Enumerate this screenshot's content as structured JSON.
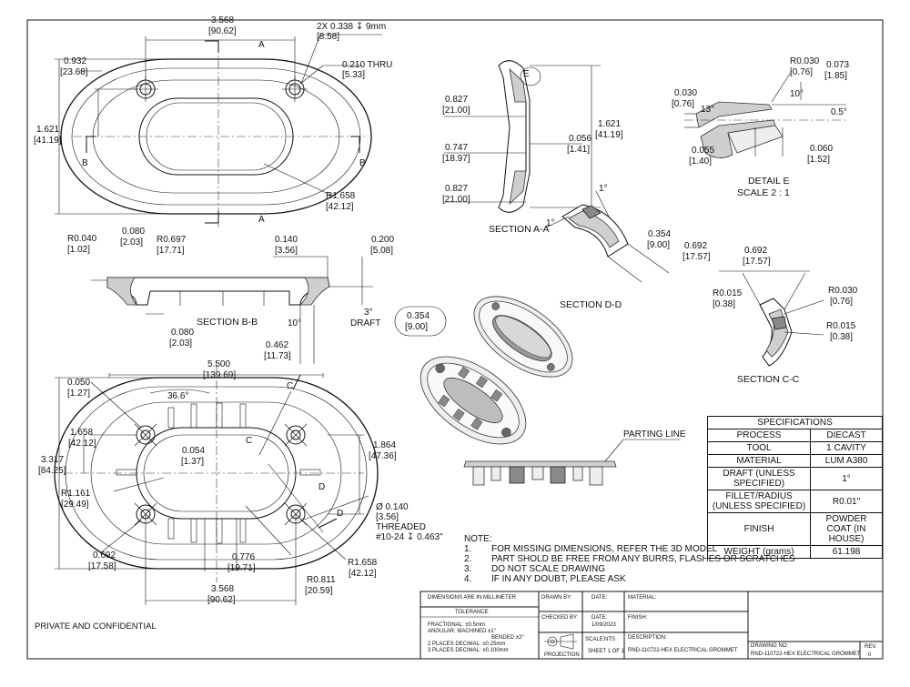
{
  "drawing": {
    "views": {
      "top": {
        "dims": [
          "3.568",
          "[90.62]",
          "2X 0.338 ↧ 9mm",
          "[8.58]",
          "0.210 THRU",
          "[5.33]",
          "0.932",
          "[23.68]",
          "1.621",
          "[41.19]",
          "R1.658",
          "[42.12]"
        ],
        "section_marks": [
          "A",
          "A",
          "B",
          "B"
        ]
      },
      "section_aa": {
        "title": "SECTION A-A",
        "dims": [
          "0.827",
          "[21.00]",
          "0.747",
          "[18.97]",
          "0.827",
          "[21.00]",
          "0.056",
          "[1.41]",
          "1.621",
          "[41.19]"
        ],
        "marks": [
          "E"
        ]
      },
      "detail_e": {
        "title": "DETAIL E",
        "scale": "SCALE 2 : 1",
        "dims": [
          "R0.030",
          "[0.76]",
          "0.073",
          "[1.85]",
          "0.030",
          "[0.76]",
          "10°",
          "13°",
          "0.5°",
          "0.055",
          "[1.40]",
          "0.060",
          "[1.52]"
        ]
      },
      "section_bb": {
        "title": "SECTION B-B",
        "dims": [
          "R0.040",
          "[1.02]",
          "0.080",
          "[2.03]",
          "R0.697",
          "[17.71]",
          "0.140",
          "[3.56]",
          "0.200",
          "[5.08]",
          "3°",
          "DRAFT",
          "10°",
          "0.080",
          "[2.03]",
          "0.462",
          "[11.73]",
          "0.354",
          "[9.00]"
        ]
      },
      "section_dd": {
        "title": "SECTION D-D",
        "dims": [
          "1°",
          "1°",
          "0.354",
          "[9.00]",
          "0.692",
          "[17.57]"
        ]
      },
      "section_cc": {
        "title": "SECTION C-C",
        "dims": [
          "0.692",
          "[17.57]",
          "R0.015",
          "[0.38]",
          "R0.030",
          "[0.76]",
          "R0.015",
          "[0.38]"
        ]
      },
      "bottom": {
        "dims": [
          "5.500",
          "[139.69]",
          "0.050",
          "[1.27]",
          "36.6°",
          "1.658",
          "[42.12]",
          "3.317",
          "[84.25]",
          "0.054",
          "[1.37]",
          "1.864",
          "[47.36]",
          "R1.161",
          "[29.49]",
          "Ø 0.140",
          "[3.56]",
          "THREADED",
          "#10-24 ↧ 0.463\"",
          "0.692",
          "[17.58]",
          "0.776",
          "[19.71]",
          "3.568",
          "[90.62]",
          "R0.811",
          "[20.59]",
          "R1.658",
          "[42.12]"
        ],
        "section_marks": [
          "C",
          "C",
          "D",
          "D"
        ]
      },
      "parting_line": "PARTING LINE"
    },
    "specifications": {
      "header": "SPECIFICATIONS",
      "rows": [
        [
          "PROCESS",
          "DIECAST"
        ],
        [
          "TOOL",
          "1 CAVITY"
        ],
        [
          "MATERIAL",
          "LUM A380"
        ],
        [
          "DRAFT (UNLESS SPECIFIED)",
          "1°"
        ],
        [
          "FILLET/RADIUS (UNLESS SPECIFIED)",
          "R0.01\""
        ],
        [
          "FINISH",
          "POWDER COAT (IN HOUSE)"
        ],
        [
          "WEIGHT (grams)",
          "61.198"
        ]
      ]
    },
    "notes": {
      "heading": "NOTE:",
      "items": [
        [
          "1.",
          "FOR MISSING DIMENSIONS, REFER THE 3D MODEL"
        ],
        [
          "2.",
          "PART SHOLD BE FREE FROM ANY BURRS, FLASHES OR SCRATCHES"
        ],
        [
          "3.",
          "DO NOT SCALE DRAWING"
        ],
        [
          "4.",
          "IF IN ANY DOUBT, PLEASE ASK"
        ]
      ]
    },
    "title_block": {
      "dimensions_units": "DIMENSIONS ARE IN MILLIMETER",
      "tolerance": "TOLERANCE",
      "tol_lines": [
        "FRACTIONAL: ±0.5mm",
        "ANGULAR: MACHINED ±1°",
        "BENDED ±2°",
        "2 PLACES DECIMAL: ±0.25mm",
        "3 PLACES DECIMAL: ±0.100mm"
      ],
      "drawn_by": "DRAWN BY:",
      "checked_by": "CHECKED BY:",
      "date_label": "DATE:",
      "date_value": "1/09/2023",
      "scale_label": "SCALE:",
      "scale_value": "NTS",
      "sheet": "SHEET 1 OF 1",
      "projection": "PROJECTION",
      "material": "MATERIAL:",
      "finish": "FINISH:",
      "description_label": "DESCRIPTION:",
      "description": "RND-110722-HEX ELECTRICAL GROMMET",
      "drawing_no_label": "DRAWING NO:",
      "drawing_no": "RND-110722-HEX ELECTRICAL GROMMET",
      "rev_label": "REV.",
      "rev": "0"
    },
    "footer": "PRIVATE AND CONFIDENTIAL"
  }
}
